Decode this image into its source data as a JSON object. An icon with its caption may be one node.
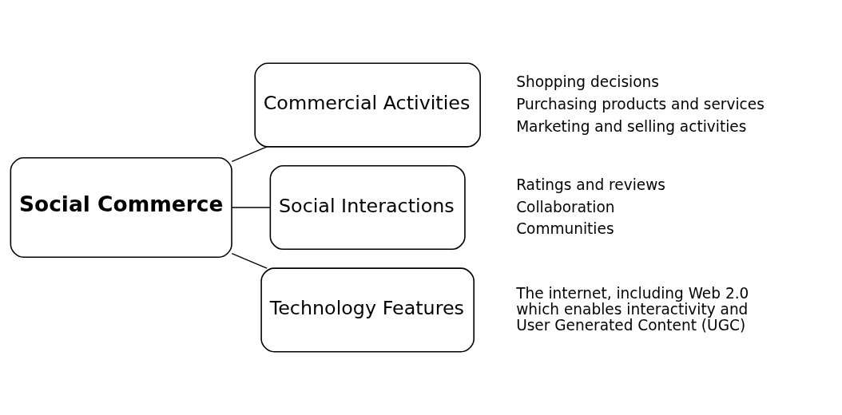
{
  "diagram": {
    "nodes": [
      {
        "text": [
          "Social Commerce"
        ]
      },
      {
        "text": [
          "Commercial Activities"
        ],
        "beside": [
          "Shopping decisions",
          "Purchasing products and services",
          "Marketing and selling activities"
        ]
      },
      {
        "text": [
          "Social Interactions"
        ],
        "beside": [
          "Ratings and reviews",
          "Collaboration",
          "Communities"
        ]
      },
      {
        "text": [
          "Technology Features"
        ],
        "beside": [
          "The internet, including Web 2.0 which enables interactivity and User Generated Content (UGC)"
        ]
      }
    ],
    "edges": [
      {
        "from": 0,
        "to": 1,
        "arrow": "none"
      },
      {
        "from": 0,
        "to": 2,
        "arrow": "none"
      },
      {
        "from": 0,
        "to": 3,
        "arrow": "none"
      }
    ]
  }
}
